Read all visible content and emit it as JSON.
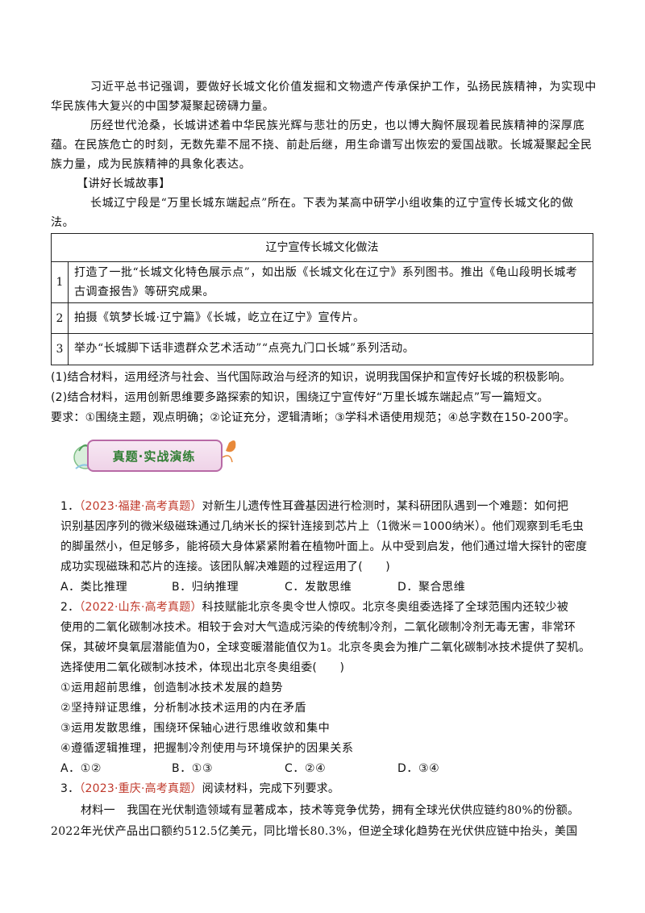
{
  "intro": {
    "p1_l1": "习近平总书记强调，要做好长城文化价值发掘和文物遗产传承保护工作，弘扬民族精神，为实现中",
    "p1_l2": "华民族伟大复兴的中国梦凝聚起磅礴力量。",
    "p2_l1": "历经世代沧桑，长城讲述着中华民族光辉与悲壮的历史，也以博大胸怀展现着民族精神的深厚底",
    "p2_l2": "蕴。在民族危亡的时刻，无数先辈不屈不挠、前赴后继，用生命谱写出恢宏的爱国战歌。长城凝聚起全民",
    "p2_l3": "族力量，成为民族精神的具象化表达。",
    "section": "【讲好长城故事】",
    "p3_l1": "长城辽宁段是“万里长城东端起点”所在。下表为某高中研学小组收集的辽宁宣传长城文化的做",
    "p3_l2": "法。"
  },
  "table": {
    "header": "辽宁宣传长城文化做法",
    "rows": [
      {
        "num": "1",
        "l1": "打造了一批“长城文化特色展示点”，如出版《长城文化在辽宁》系列图书。推出《龟山段明长城考",
        "l2": "古调查报告》等研究成果。"
      },
      {
        "num": "2",
        "l1": "拍摄《筑梦长城·辽宁篇》《长城，屹立在辽宁》宣传片。"
      },
      {
        "num": "3",
        "l1": "举办“长城脚下话非遗群众艺术活动”“点亮九门口长城”系列活动。"
      }
    ]
  },
  "questions": {
    "q1": "(1)结合材料，运用经济与社会、当代国际政治与经济的知识，说明我国保护和宣传好长城的积极影响。",
    "q2": "(2)结合材料，运用创新思维要多路探索的知识，围绕辽宁宣传好“万里长城东端起点”写一篇短文。",
    "req": "要求：①围绕主题，观点明确；②论证充分，逻辑清晰；③学科术语使用规范；④总字数在150-200字。"
  },
  "banner": {
    "label": "真题·实战演练"
  },
  "item1": {
    "num": "1．",
    "source": "（2023·福建·高考真题）",
    "l1": "对新生儿遗传性耳聋基因进行检测时，某科研团队遇到一个难题：如何把",
    "l2": "识别基因序列的微米级磁珠通过几纳米长的探针连接到芯片上（1微米＝1000纳米）。他们观察到毛毛虫",
    "l3": "的脚虽然小，但足够多，能将硕大身体紧紧附着在植物叶面上。从中受到启发，他们通过增大探针的密度",
    "l4": "成功实现磁珠和芯片的连接。该团队解决难题的过程运用了(　　)",
    "optA": "A．类比推理",
    "optB": "B．归纳推理",
    "optC": "C．发散思维",
    "optD": "D．聚合思维"
  },
  "item2": {
    "num": "2．",
    "source": "（2022·山东·高考真题）",
    "l1": "科技赋能北京冬奥令世人惊叹。北京冬奥组委选择了全球范围内还较少被",
    "l2": "使用的二氧化碳制冰技术。相较于会对大气造成污染的传统制冷剂，二氧化碳制冷剂无毒无害，非常环",
    "l3": "保，其破坏臭氧层潜能值为0，全球变暖潜能值仅为1。北京冬奥会为推广二氧化碳制冰技术提供了契机。",
    "l4": "选择使用二氧化碳制冰技术，体现出北京冬奥组委(　　)",
    "s1": "①运用超前思维，创造制冰技术发展的趋势",
    "s2": "②坚持辩证思维，分析制冰技术运用的内在矛盾",
    "s3": "③运用发散思维，围绕环保轴心进行思维收敛和集中",
    "s4": "④遵循逻辑推理，把握制冷剂使用与环境保护的因果关系",
    "optA": "A．①②",
    "optB": "B．①③",
    "optC": "C．②④",
    "optD": "D．③④"
  },
  "item3": {
    "num": "3．",
    "source": "（2023·重庆·高考真题）",
    "l1": "阅读材料，完成下列要求。",
    "m1_l1": "材料一　我国在光伏制造领域有显著成本，技术等竞争优势，拥有全球光伏供应链约80%的份额。",
    "m1_l2": "2022年光伏产品出口额约512.5亿美元，同比增长80.3%，但逆全球化趋势在光伏供应链中抬头，美国"
  },
  "colors": {
    "source": "#c0392b",
    "banner_text": "#2f7d32",
    "banner_border": "#b86aa6"
  }
}
